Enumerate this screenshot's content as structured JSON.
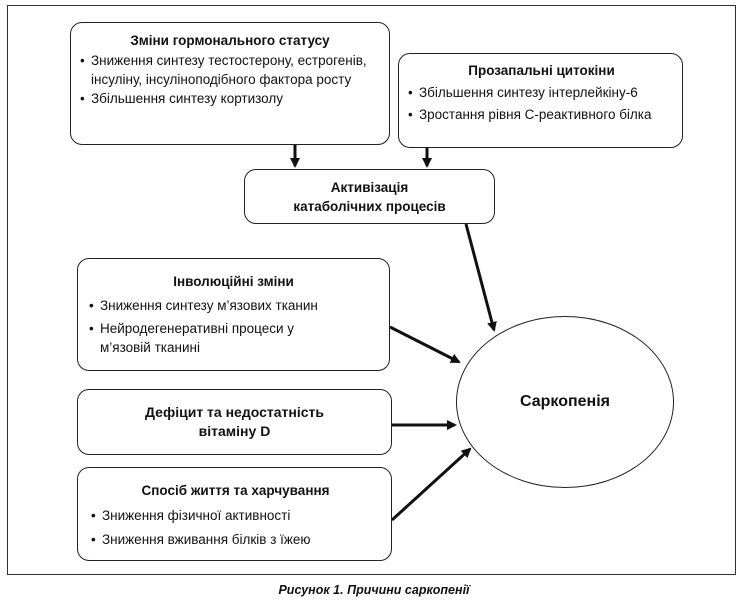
{
  "hormonal": {
    "title": "Зміни гормонального статусу",
    "items": [
      "Зниження синтезу тестостерону, естрогенів, інсуліну, інсуліноподібного фактора росту",
      "Збільшення синтезу кортизолу"
    ]
  },
  "cytokines": {
    "title": "Прозапальні цитокіни",
    "items": [
      "Збільшення синтезу інтерлейкіну-6",
      "Зростання рівня С-реактивного білка"
    ]
  },
  "catabolic": {
    "line1": "Активізація",
    "line2": "катаболічних процесів"
  },
  "involution": {
    "title": "Інволюційні зміни",
    "items": [
      "Зниження синтезу м’язових тканин",
      "Нейродегенеративні процеси у м’язовій тканині"
    ]
  },
  "vitamin": {
    "line1": "Дефіцит та недостатність",
    "line2": "вітаміну D"
  },
  "lifestyle": {
    "title": "Спосіб життя та харчування",
    "items": [
      "Зниження фізичної активності",
      "Зниження вживання білків з їжею"
    ]
  },
  "center": {
    "label": "Саркопенія"
  },
  "caption": "Рисунок 1. Причини саркопенії"
}
